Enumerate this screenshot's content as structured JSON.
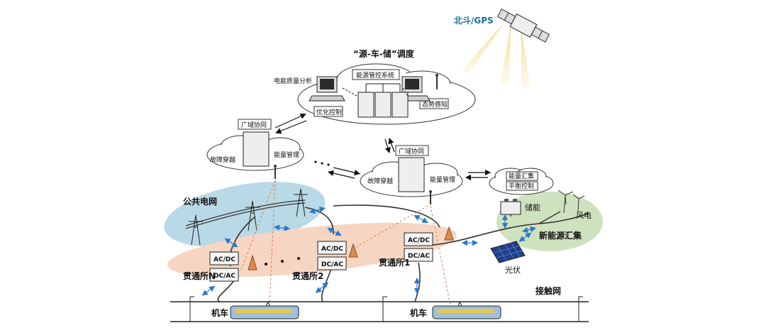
{
  "satellite": {
    "label": "北斗/GPS"
  },
  "control_center": {
    "title": "“源-车-储”调度",
    "system": "能源管控系统",
    "left_function": "电能质量分析",
    "bottom_function": "优化控制",
    "right_function": "态势感知"
  },
  "regional_left": {
    "title": "广域协同",
    "func_left": "故障穿越",
    "func_right": "能量管理"
  },
  "regional_right": {
    "title": "广域协同",
    "func_left": "故障穿越",
    "func_right": "能量管理"
  },
  "energy_cloud": {
    "line1": "能量汇集",
    "line2": "平衡控制"
  },
  "grid": {
    "label": "公共电网"
  },
  "substations": [
    {
      "label": "贯通所N",
      "top": "AC/DC",
      "bottom": "DC/AC"
    },
    {
      "label": "贯通所2",
      "top": "AC/DC",
      "bottom": "DC/AC"
    },
    {
      "label": "贯通所1",
      "top": "AC/DC",
      "bottom": "DC/AC"
    }
  ],
  "renewables": {
    "storage": "储能",
    "wind": "风电",
    "collection": "新能源汇集",
    "solar": "光伏"
  },
  "catenary": {
    "label": "接触网"
  },
  "trains": [
    {
      "label": "机车"
    },
    {
      "label": "机车"
    }
  ],
  "colors": {
    "grid_zone": "#b9d9e6",
    "station_zone": "#f6d6c2",
    "renewable_zone": "#cfe2bf",
    "arrow": "#2a79c9",
    "ray": "#f3d98a",
    "link": "#e07a4a"
  }
}
